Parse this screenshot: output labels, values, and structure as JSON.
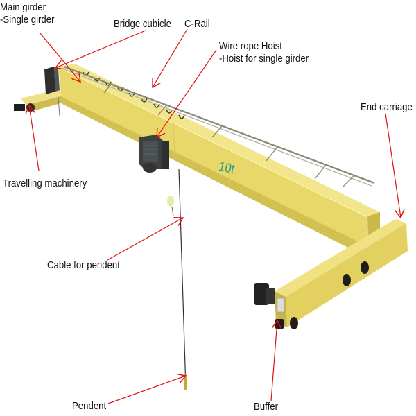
{
  "diagram": {
    "subject": "Single girder overhead bridge crane",
    "capacity_marking": "10t",
    "colors": {
      "crane_body": "#e8d86a",
      "crane_shadow": "#c9b84a",
      "crane_highlight": "#f3e78e",
      "hoist": "#3c4040",
      "rail": "#8a8a7a",
      "arrow": "#e01010",
      "label_text": "#111111",
      "capacity_text": "#2a9a8a"
    },
    "labels": [
      {
        "id": "main-girder",
        "line1": "Main girder",
        "line2": "-Single girder"
      },
      {
        "id": "bridge-cubicle",
        "line1": "Bridge cubicle"
      },
      {
        "id": "c-rail",
        "line1": "C-Rail"
      },
      {
        "id": "wire-rope-hoist",
        "line1": "Wire rope Hoist",
        "line2": "-Hoist for single girder"
      },
      {
        "id": "end-carriage",
        "line1": "End carriage"
      },
      {
        "id": "travelling-machinery",
        "line1": "Travelling machinery"
      },
      {
        "id": "cable-for-pendent",
        "line1": "Cable for pendent"
      },
      {
        "id": "pendent",
        "line1": "Pendent"
      },
      {
        "id": "buffer",
        "line1": "Buffer"
      }
    ]
  }
}
